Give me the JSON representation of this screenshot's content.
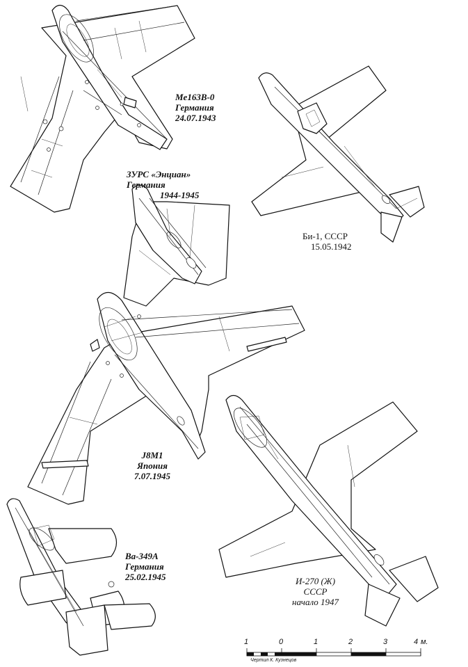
{
  "aircraft": [
    {
      "line1": "Me163B-0",
      "line2": "Германия",
      "line3": "24.07.1943"
    },
    {
      "line1": "ЗУРС «Энциан»",
      "line2": "Германия",
      "line3": "1944-1945"
    },
    {
      "line1": "Би-1, СССР",
      "line2": "15.05.1942"
    },
    {
      "line1": "J8M1",
      "line2": "Япония",
      "line3": "7.07.1945"
    },
    {
      "line1": "Ba-349A",
      "line2": "Германия",
      "line3": "25.02.1945"
    },
    {
      "line1": "И-270 (Ж)",
      "line2": "СССР",
      "line3": "начало 1947"
    }
  ],
  "scale": {
    "ticks": [
      "1",
      "0",
      "1",
      "2",
      "3",
      "4"
    ],
    "unit": "м.",
    "credit": "Чертил К. Кузнецов"
  }
}
